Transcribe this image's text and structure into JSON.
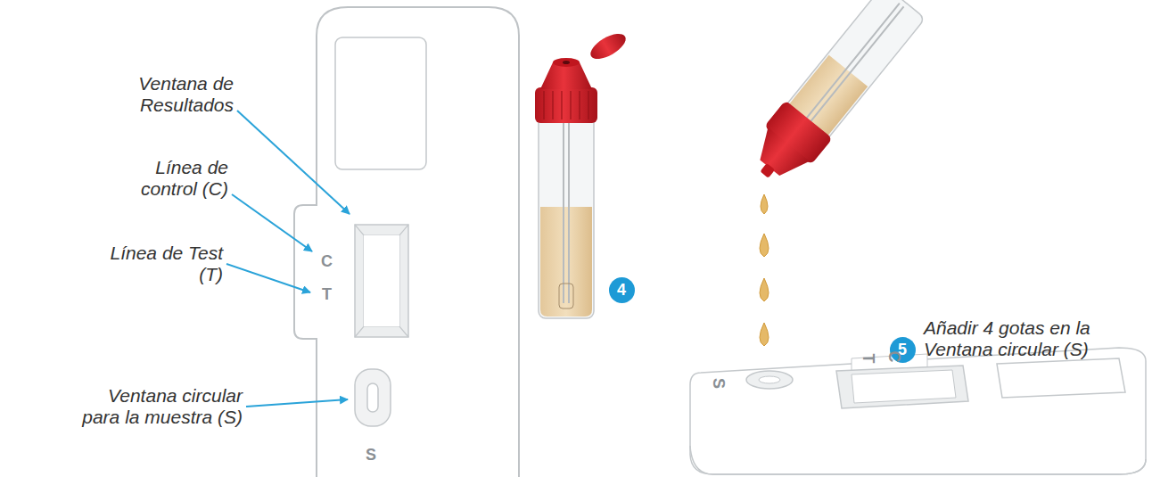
{
  "diagram": {
    "nodes": [
      {
        "text": [
          "4"
        ]
      },
      {
        "text": [
          "5"
        ]
      }
    ],
    "labels": [
      "Ventana de Resultados",
      "Línea de control (C)",
      "Línea de Test (T)",
      "Ventana circular para la muestra (S)",
      "C",
      "T",
      "S",
      "S",
      "T",
      "C",
      "Añadir 4 gotas en la Ventana circular (S)"
    ]
  }
}
